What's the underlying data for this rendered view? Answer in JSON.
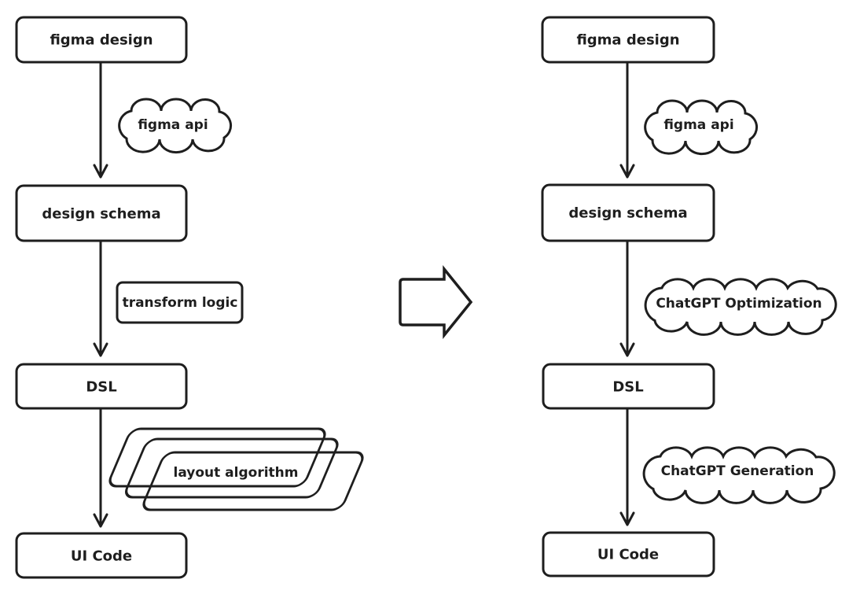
{
  "colors": {
    "stroke": "#1e1e1e",
    "background": "#ffffff"
  },
  "left_flow": {
    "boxes": [
      {
        "label": "figma design"
      },
      {
        "label": "design schema"
      },
      {
        "label": "DSL"
      },
      {
        "label": "UI Code"
      }
    ],
    "annotations": [
      {
        "shape": "cloud",
        "label": "figma api"
      },
      {
        "shape": "rectangle",
        "label": "transform logic"
      },
      {
        "shape": "stacked-sheets",
        "label": "layout algorithm"
      }
    ]
  },
  "right_flow": {
    "boxes": [
      {
        "label": "figma design"
      },
      {
        "label": "design schema"
      },
      {
        "label": "DSL"
      },
      {
        "label": "UI Code"
      }
    ],
    "annotations": [
      {
        "shape": "cloud",
        "label": "figma api"
      },
      {
        "shape": "cloud",
        "label": "ChatGPT Optimization"
      },
      {
        "shape": "cloud",
        "label": "ChatGPT Generation"
      }
    ]
  },
  "transform_arrow": {
    "icon": "right-block-arrow"
  }
}
